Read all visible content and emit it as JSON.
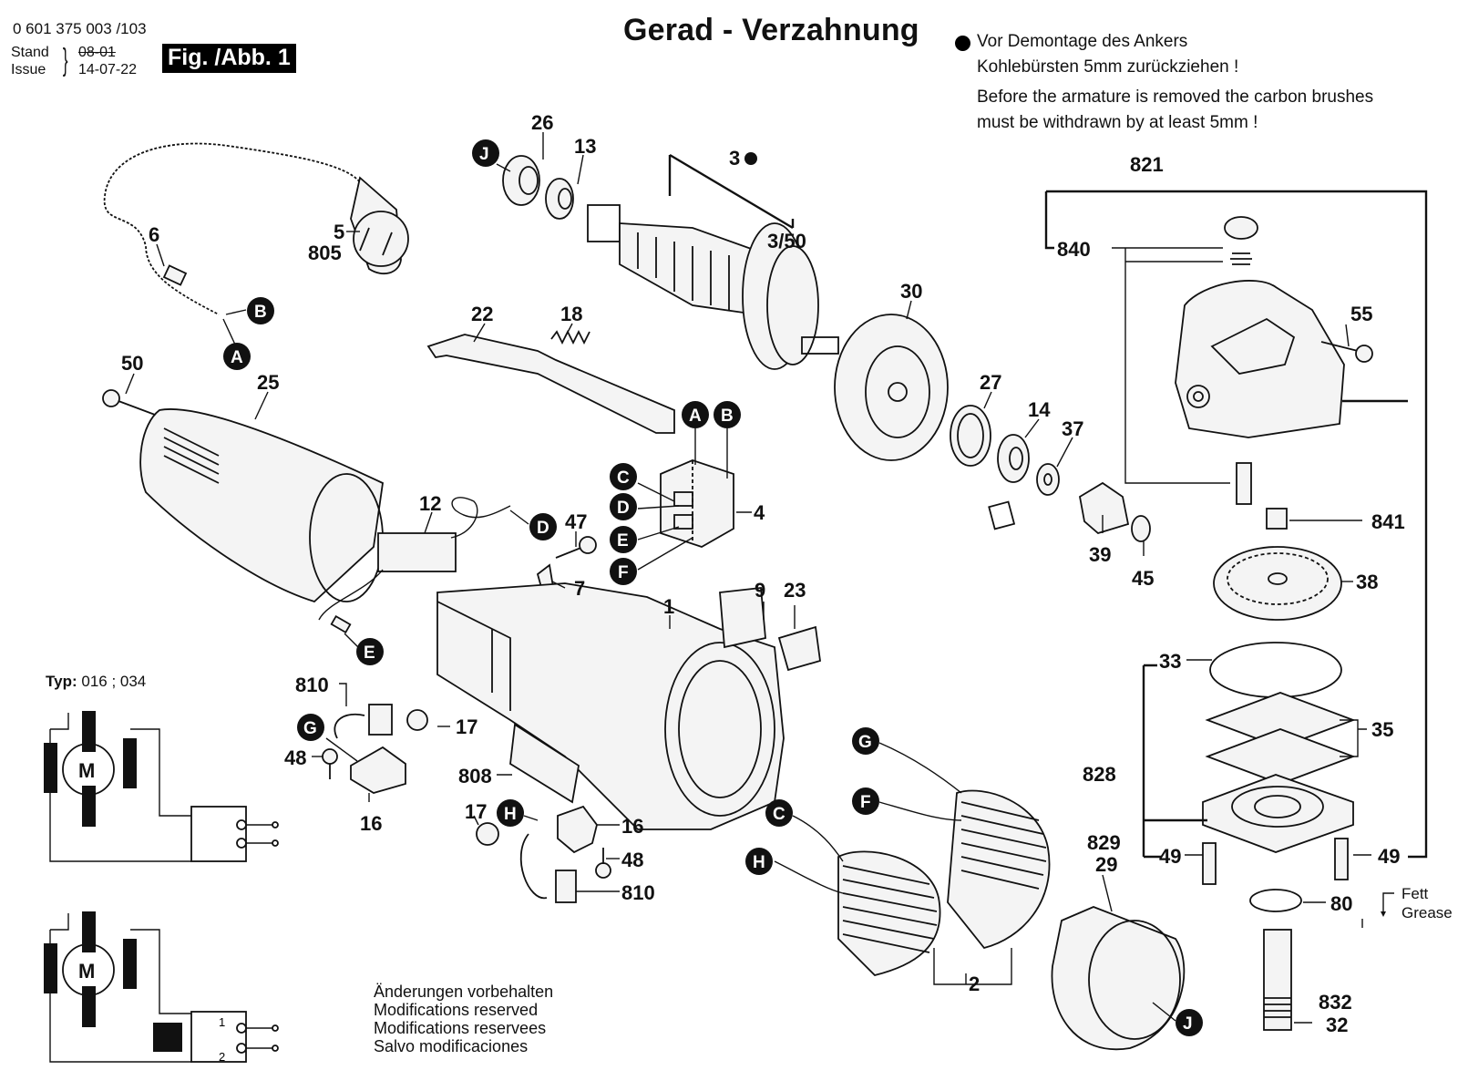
{
  "header": {
    "part_number": "0 601 375 003 /103",
    "stand_label": "Stand",
    "issue_label": "Issue",
    "old_date": "08-01",
    "issue_date": "14-07-22",
    "figure_label": "Fig. /Abb. 1",
    "title": "Gerad - Verzahnung"
  },
  "note": {
    "de_line1": "Vor Demontage des Ankers",
    "de_line2": "Kohlebürsten 5mm zurückziehen !",
    "en_line1": "Before the armature is removed the carbon brushes",
    "en_line2": "must be withdrawn by at least 5mm !"
  },
  "wiring": {
    "typ_label": "Typ:",
    "typ_values": "016 ; 034",
    "motor_symbol": "M",
    "switch_pos_1": "1",
    "switch_pos_2": "2"
  },
  "footer": {
    "line1": "Änderungen vorbehalten",
    "line2": "Modifications reserved",
    "line3": "Modifications reservees",
    "line4": "Salvo modificaciones"
  },
  "grease": {
    "de": "Fett",
    "en": "Grease"
  },
  "parts": {
    "p26": "26",
    "p13": "13",
    "p3": "3",
    "p3_50": "3/50",
    "p821": "821",
    "p840": "840",
    "p55": "55",
    "p6": "6",
    "p5": "5",
    "p805": "805",
    "p22": "22",
    "p18": "18",
    "p30": "30",
    "p27": "27",
    "p14": "14",
    "p37": "37",
    "p50": "50",
    "p25": "25",
    "p4": "4",
    "p12": "12",
    "p47": "47",
    "p7": "7",
    "p39": "39",
    "p45": "45",
    "p841": "841",
    "p38": "38",
    "p9": "9",
    "p23": "23",
    "p1": "1",
    "p33": "33",
    "p35": "35",
    "p810a": "810",
    "p17a": "17",
    "p48a": "48",
    "p16a": "16",
    "p808": "808",
    "p828": "828",
    "p17b": "17",
    "p16b": "16",
    "p48b": "48",
    "p810b": "810",
    "p829": "829",
    "p29": "29",
    "p49a": "49",
    "p49b": "49",
    "p80": "80",
    "p2": "2",
    "p832": "832",
    "p32": "32"
  },
  "connectors": {
    "J_top": "J",
    "B_cord": "B",
    "A_cord": "A",
    "A_sw": "A",
    "B_sw": "B",
    "C_sw": "C",
    "D_sw": "D",
    "E_sw": "E",
    "F_sw": "F",
    "D_wire": "D",
    "E_wire": "E",
    "G_brush": "G",
    "H_brush": "H",
    "G_field": "G",
    "F_field": "F",
    "C_field": "C",
    "H_field": "H",
    "J_bottom": "J"
  }
}
